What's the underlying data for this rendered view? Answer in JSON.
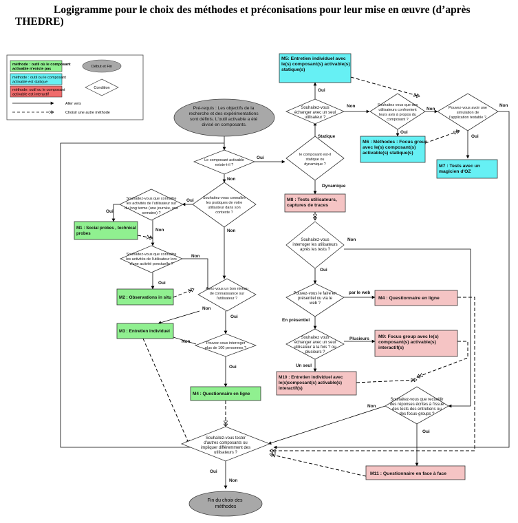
{
  "title": {
    "line1": "Logigramme pour le choix des méthodes et préconisations pour leur mise en œuvre (d’après",
    "line2": "THEDRE)"
  },
  "colors": {
    "green": "#90f090",
    "cyan": "#66f0f4",
    "red": "#f5c4c4",
    "legend_red": "#f06c6c",
    "terminal": "#a8a8a8",
    "line": "#000000"
  },
  "legend": {
    "green_text": [
      "méthode : outil où le composant",
      "activable n'existe pas"
    ],
    "cyan_text": [
      "méthode : outil ou le composant",
      "activable est statique"
    ],
    "red_text": [
      "méthode: outil ou le composant",
      "activable est interactif"
    ],
    "terminal_text": "Début et Fin",
    "condition_text": "Condition",
    "arrow_solid_text": "Aller vers",
    "arrow_dashed_text": "Choisir une autre méthode"
  },
  "terminals": {
    "start": [
      "Pré-requis : Les objectifs de la",
      "recherche et des expérimentations",
      "sont définis. L'outil activable a été",
      "divisé en composants."
    ],
    "end": [
      "Fin du choix des",
      "méthodes"
    ]
  },
  "decisions": {
    "d_exist": [
      "Le composant activable",
      "existe-t-il ?"
    ],
    "d_static": [
      "le composant est-il",
      "statique ou",
      "dynamique ?"
    ],
    "d_practices": [
      "Souhaitez-vous connaître",
      "les pratiques de votre",
      "utilisateur dans son",
      "contexte ?"
    ],
    "d_longterm": [
      "Souhaitez-vous que connaitre",
      "les activités de l'utilisateur sur",
      "du long terme (une journée, une",
      "semaine) ?"
    ],
    "d_punctual": [
      "Souhaitez-vous que connaitre",
      "les activités de l'utilisateur lors",
      "d'une activité ponctuelle ?"
    ],
    "d_knowledge": [
      "Avez-vous un bon niveau",
      "de connaissance  sur",
      "l'utilisateur ?"
    ],
    "d_100": [
      "Pouvez-vous interroger",
      "plus de 100 personnes ?"
    ],
    "d_test_other": [
      "Souhaitez-vous  tester",
      "d'autres composants ou",
      "impliquer différemment des",
      "utilisateurs ?"
    ],
    "d_one_user": [
      "Souhaitez-vous",
      "échanger avec un seul",
      "utilisateur ?"
    ],
    "d_confront": [
      "Souhaitez vous que des",
      "utilisateurs confrontent",
      "leurs avis à propos du",
      "composant ?"
    ],
    "d_simulation": [
      "Pouvez-vous avoir une",
      "simulation de",
      "l'application testable ?"
    ],
    "d_interview": [
      "Souhaitez-vous",
      "interroger les utilisateurs",
      "après les tests ?"
    ],
    "d_web": [
      "Pouvez-vous le faire en",
      "présentiel ou via le",
      "web ?"
    ],
    "d_one_or_more": [
      "Souhaitez vous",
      "échanger avec un seul",
      "utilisateur à la fois ? ou",
      "plusieurs ?"
    ],
    "d_collect": [
      "Souhaitez-vous que recueillir",
      "des réponses écrites à l'issue",
      "des tests des entretiens ou",
      "des focus-groups ?"
    ]
  },
  "methods": {
    "m5": [
      "M5: Entretien individuel avec",
      "le(s) composant(s) activable(s)",
      "statique(s)"
    ],
    "m6": [
      "M6 : Méthodes : Focus group",
      "avec le(s) composant(s)",
      "activable(s) statique(s)"
    ],
    "m7": [
      "M7 : Tests avec un",
      "magicien d'OZ"
    ],
    "m8": [
      "M8 : Tests utilisateurs,",
      "captures de traces"
    ],
    "m1": [
      "M1 : Social probes , technical",
      "probes"
    ],
    "m2": [
      "M2 :  Observations in situ"
    ],
    "m3": [
      "M3 : Entretien individuel"
    ],
    "m4a": [
      "M4 :  Questionnaire en ligne"
    ],
    "m4b": [
      "M4 : Questionnaire en ligne"
    ],
    "m9": [
      "M9: Focus group avec le(s)",
      "composant(s) activable(s)",
      "interactif(s)"
    ],
    "m10": [
      "M10 : Entretien individuel avec",
      "le(s)composant(s) activable(s)",
      "interactif(s)"
    ],
    "m11": [
      "M11 :  Questionnaire en face à face"
    ]
  },
  "edge_labels": {
    "oui": "Oui",
    "non": "Non",
    "statique": "Statique",
    "dynamique": "Dynamique",
    "par_le_web": "par le web",
    "en_presentiel": "En présentiel",
    "plusieurs": "Plusieurs",
    "un_seul": "Un seul"
  }
}
